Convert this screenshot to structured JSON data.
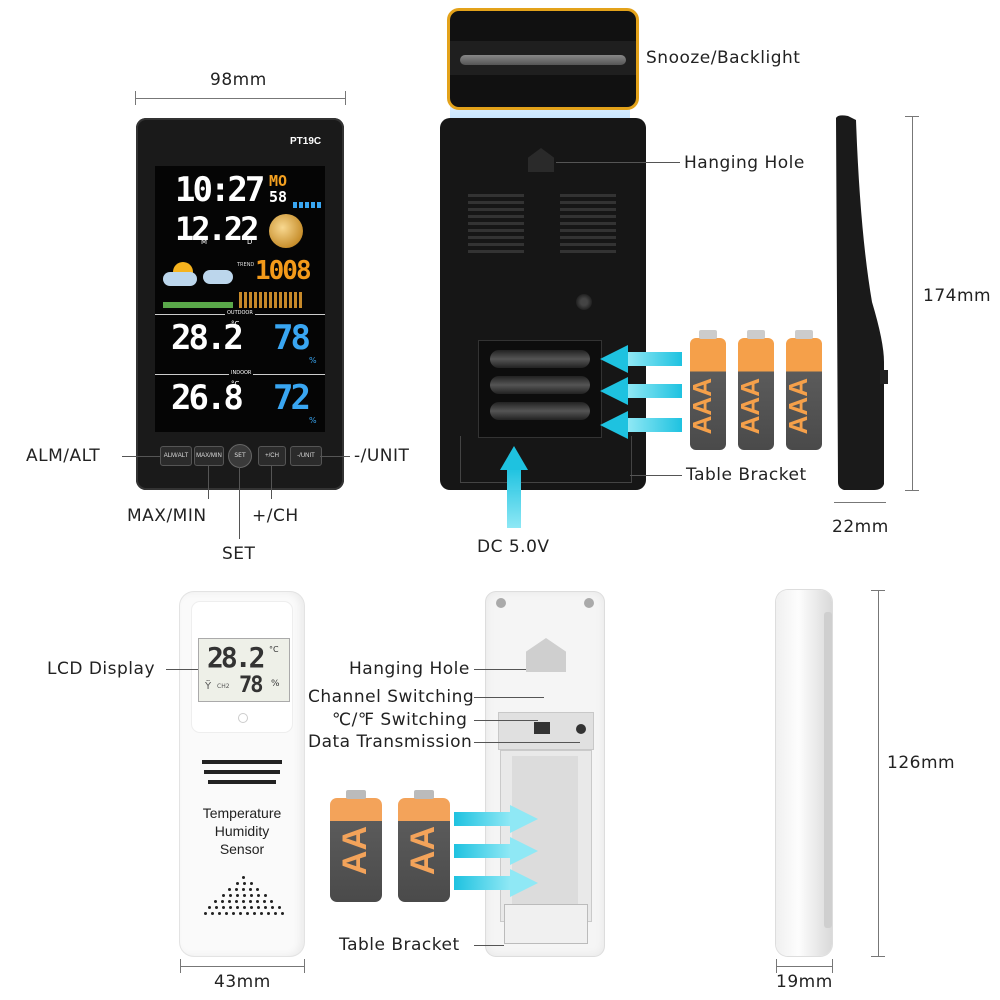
{
  "main_unit": {
    "model": "PT19C",
    "width": "98mm",
    "height": "174mm",
    "depth": "22mm",
    "display": {
      "time": "10:27",
      "seconds": "58",
      "weekday": "MO",
      "date": "12.22",
      "month_marker": "M",
      "day_marker": "D",
      "pressure": "1008",
      "outdoor_label": "OUTDOOR",
      "outdoor_temp": "28.2",
      "outdoor_humidity": "78",
      "indoor_label": "INDOOR",
      "indoor_temp": "26.8",
      "indoor_humidity": "72",
      "temp_unit": "°C",
      "humidity_unit": "%",
      "trend_label": "TREND"
    },
    "buttons": {
      "alm_alt": "ALM/ALT",
      "max_min": "MAX/MIN",
      "set": "SET",
      "plus_ch": "+/CH",
      "minus_unit": "-/UNIT"
    },
    "callouts": {
      "alm_alt": "ALM/ALT",
      "max_min": "MAX/MIN",
      "set": "SET",
      "plus_ch": "+/CH",
      "minus_unit": "-/UNIT",
      "snooze": "Snooze/Backlight",
      "hanging_hole": "Hanging Hole",
      "table_bracket": "Table Bracket",
      "dc": "DC 5.0V"
    },
    "battery_label": "AAA"
  },
  "sensor": {
    "width": "43mm",
    "height": "126mm",
    "depth": "19mm",
    "lcd_temp": "28.2",
    "lcd_humidity": "78",
    "lcd_channel": "CH2",
    "lcd_temp_unit": "°C",
    "lcd_humidity_unit": "%",
    "body_line1": "Temperature",
    "body_line2": "Humidity",
    "body_line3": "Sensor",
    "callouts": {
      "lcd": "LCD Display",
      "hanging_hole": "Hanging Hole",
      "channel": "Channel Switching",
      "unit": "℃/℉ Switching",
      "data": "Data Transmission",
      "table_bracket": "Table Bracket"
    },
    "battery_label": "AA"
  },
  "colors": {
    "accent_cyan": "#1ec2e0",
    "battery_orange": "#f5a04a",
    "highlight_orange": "#e3a21a",
    "display_blue": "#39a6f2"
  }
}
